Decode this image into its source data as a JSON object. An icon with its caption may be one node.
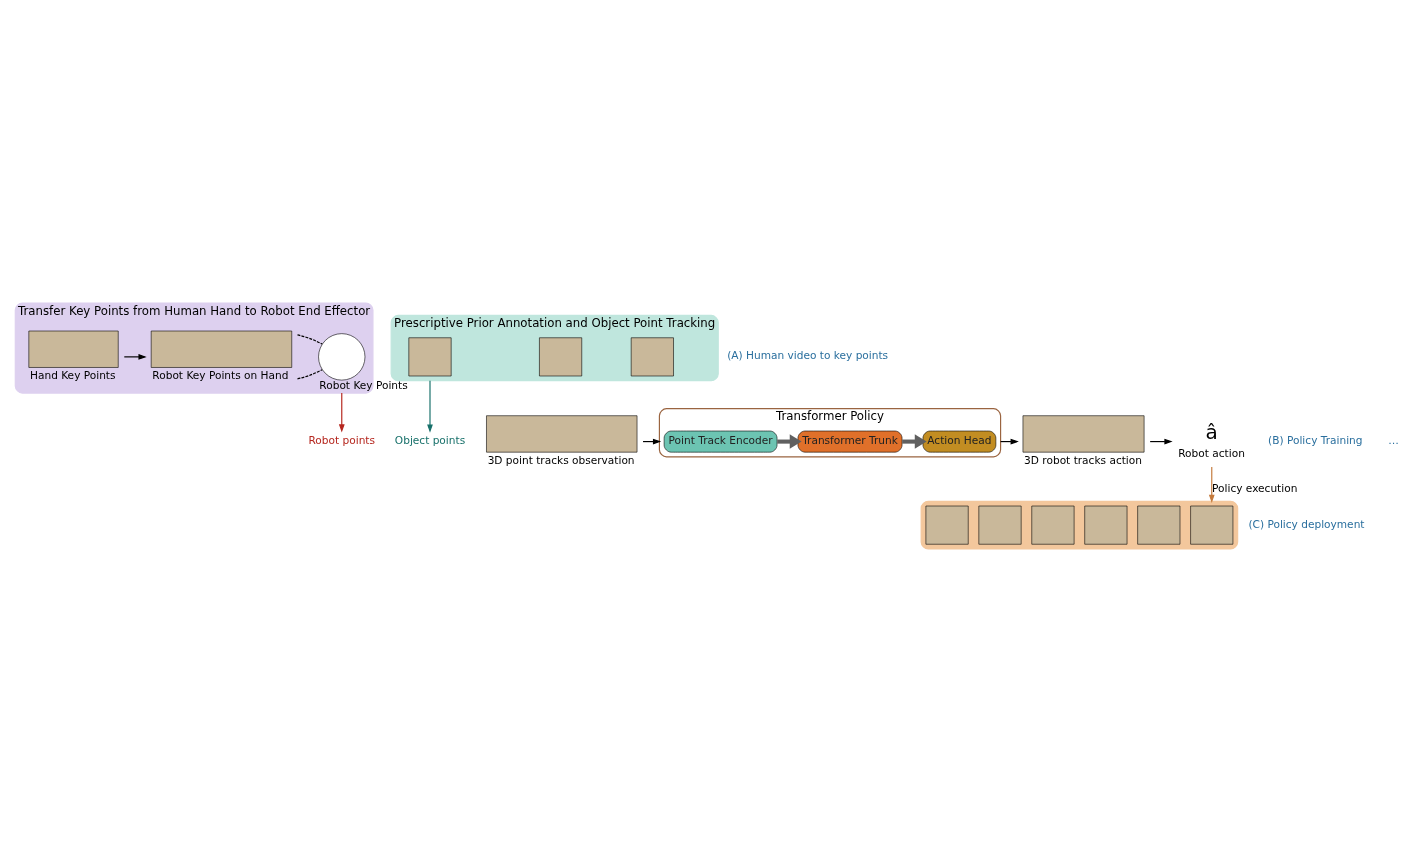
{
  "diagram": {
    "nodes": [
      {
        "text": [
          "Transfer Key Points from Human Hand to Robot End Effector"
        ]
      },
      {
        "text": [],
        "shape": "box",
        "in": 0,
        "beside": [
          "Hand Key Points"
        ]
      },
      {
        "text": [],
        "shape": "box",
        "in": 0,
        "beside": [
          "Robot Key Points on Hand"
        ]
      },
      {
        "text": [],
        "shape": "circle",
        "in": 0,
        "beside": [
          "Robot Key Points"
        ]
      },
      {
        "text": [
          "Prescriptive Prior Annotation and Object Point Tracking"
        ]
      },
      {
        "text": [],
        "shape": "box",
        "in": 4
      },
      {
        "text": [],
        "shape": "box",
        "in": 4
      },
      {
        "text": [],
        "shape": "box",
        "in": 4
      },
      {
        "text": [
          "Robot points"
        ]
      },
      {
        "text": [
          "Object points"
        ]
      },
      {
        "text": [],
        "shape": "box",
        "beside": [
          "3D point tracks observation"
        ]
      },
      {
        "text": [
          "Transformer Policy"
        ]
      },
      {
        "text": [
          "Point Track Encoder"
        ],
        "in": 11
      },
      {
        "text": [
          "Transformer Trunk"
        ],
        "in": 11
      },
      {
        "text": [
          "Action Head"
        ],
        "in": 11
      },
      {
        "text": [],
        "shape": "box",
        "beside": [
          "3D robot tracks action"
        ]
      },
      {
        "text": [
          "â"
        ],
        "beside": [
          "Robot action"
        ]
      },
      {
        "text": [],
        "shape": "box"
      },
      {
        "text": [],
        "shape": "box",
        "in": 17
      },
      {
        "text": [],
        "shape": "box",
        "in": 17
      },
      {
        "text": [],
        "shape": "box",
        "in": 17
      },
      {
        "text": [],
        "shape": "box",
        "in": 17
      },
      {
        "text": [],
        "shape": "box",
        "in": 17
      },
      {
        "text": [],
        "shape": "box",
        "in": 17
      }
    ],
    "edges": [
      {
        "from": 1,
        "to": 2,
        "arrow": "to"
      },
      {
        "from": 2,
        "to": 3,
        "arrow": "none",
        "style": "dashed"
      },
      {
        "from": 2,
        "to": 3,
        "arrow": "none",
        "style": "dashed"
      },
      {
        "from": 0,
        "to": 8,
        "arrow": "to",
        "color": "#b5261e"
      },
      {
        "from": 4,
        "to": 9,
        "arrow": "to",
        "color": "#17706a"
      },
      {
        "from": 10,
        "to": 11,
        "arrow": "to"
      },
      {
        "from": 12,
        "to": 13,
        "arrow": "to",
        "style": "thick",
        "color": "#606060"
      },
      {
        "from": 13,
        "to": 14,
        "arrow": "to",
        "style": "thick",
        "color": "#606060"
      },
      {
        "from": 11,
        "to": 15,
        "arrow": "to"
      },
      {
        "from": 15,
        "to": 16,
        "arrow": "to"
      },
      {
        "from": 16,
        "to": 17,
        "arrow": "to",
        "label": "Policy execution",
        "color": "#c47a3c"
      }
    ],
    "labels": [
      "(A) Human video to key points",
      "(B) Policy Training",
      "…",
      "(C) Policy deployment"
    ]
  }
}
